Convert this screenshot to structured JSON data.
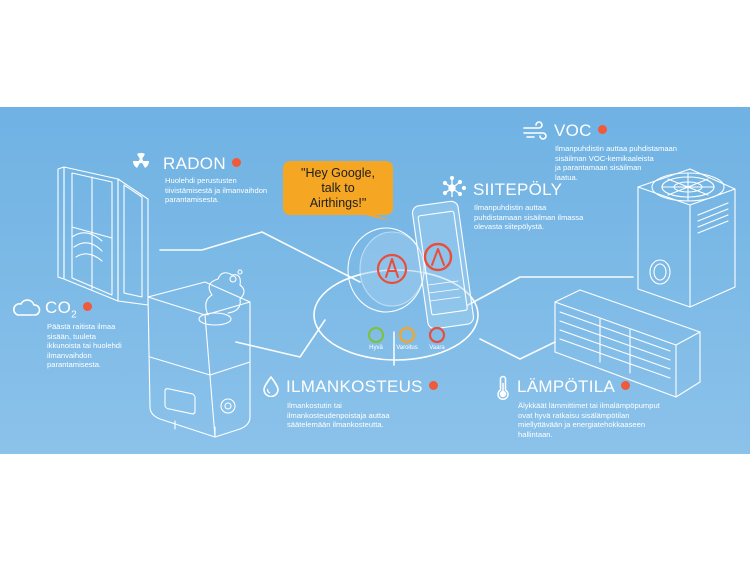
{
  "hub": {
    "speech": [
      "\"Hey Google,",
      "talk to",
      "Airthings!\""
    ],
    "legend": [
      {
        "label": "Hyvä",
        "color": "#7cc242"
      },
      {
        "label": "Varoitus",
        "color": "#f5a623"
      },
      {
        "label": "Vaara",
        "color": "#e94e3b"
      }
    ]
  },
  "sections": {
    "radon": {
      "title": "RADON",
      "text": [
        "Huolehdi perustusten",
        "tiivistämisestä ja ilmanvaihdon",
        "parantamisesta."
      ],
      "icon": "radiation-icon"
    },
    "co2": {
      "title": "CO",
      "sub": "2",
      "text": [
        "Päästä raitista ilmaa",
        "sisään, tuuleta",
        "ikkunoista tai huolehdi",
        "ilmanvaihdon",
        "parantamisesta."
      ],
      "icon": "cloud-icon"
    },
    "humidity": {
      "title": "ILMANKOSTEUS",
      "text": [
        "Ilmankostutin tai",
        "ilmankosteudenpoistaja auttaa",
        "säätelemään ilmankosteutta."
      ],
      "icon": "droplet-icon"
    },
    "pollen": {
      "title": "SIITEPÖLY",
      "text": [
        "Ilmanpuhdistin auttaa",
        "puhdistamaan sisäilman ilmassa",
        "olevasta siitepölystä."
      ],
      "icon": "pollen-icon"
    },
    "voc": {
      "title": "VOC",
      "text": [
        "Ilmanpuhdistin auttaa puhdistamaan",
        "sisäilman VOC-kemikaaleista",
        "ja parantamaan sisäilman",
        "laatua."
      ],
      "icon": "wind-icon"
    },
    "temperature": {
      "title": "LÄMPÖTILA",
      "text": [
        "Älykkäät lämmittimet tai ilmalämpöpumput",
        "ovat hyvä ratkaisu sisälämpötilan",
        "miellyttävään ja energiatehokkaaseen",
        "hallintaan."
      ],
      "icon": "thermometer-icon"
    }
  },
  "colors": {
    "background": "#7ab8e6",
    "accent": "#f05a3a",
    "bubble": "#f5a623"
  }
}
